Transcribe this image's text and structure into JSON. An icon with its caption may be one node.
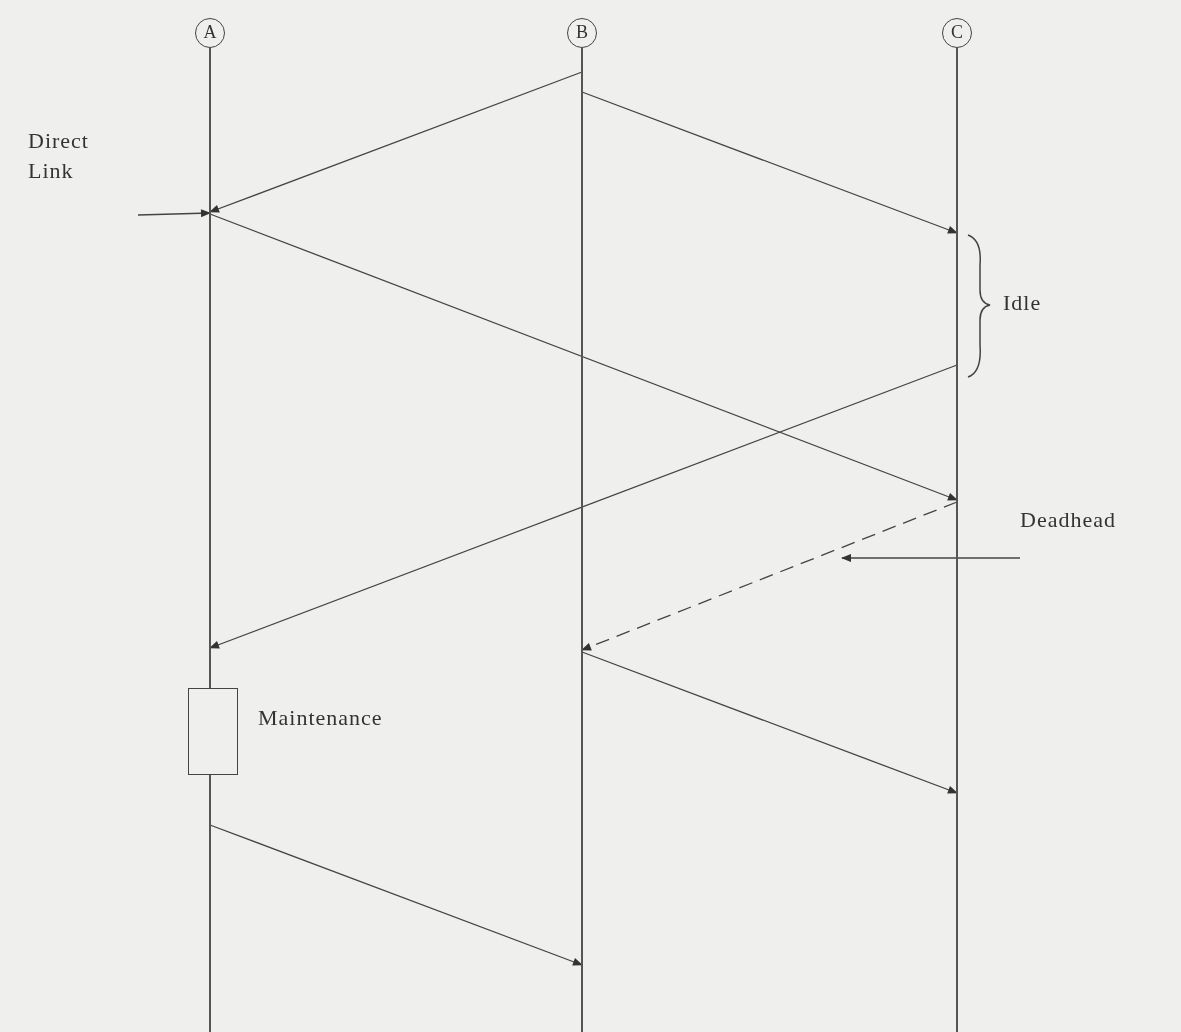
{
  "diagram": {
    "nodes": [
      {
        "text": [
          "A"
        ]
      },
      {
        "text": [
          "B"
        ]
      },
      {
        "text": [
          "C"
        ]
      },
      {
        "text": [
          "Direct Link"
        ]
      },
      {
        "text": [],
        "shape": "bar"
      },
      {
        "text": [],
        "shape": "bar"
      },
      {
        "text": [],
        "shape": "bar"
      },
      {
        "text": [],
        "shape": "box",
        "beside": [
          "Maintenance"
        ]
      },
      {
        "text": [
          "Deadhead"
        ]
      }
    ],
    "edges": [
      {
        "from": 5,
        "to": 4,
        "arrow": "to"
      },
      {
        "from": 5,
        "to": 6,
        "arrow": "to"
      },
      {
        "from": 3,
        "to": 4,
        "arrow": "to"
      },
      {
        "from": 4,
        "to": 6,
        "arrow": "to"
      },
      {
        "from": 6,
        "to": 4,
        "arrow": "to"
      },
      {
        "from": 6,
        "to": 5,
        "arrow": "to",
        "style": "dashed"
      },
      {
        "from": 8,
        "to": null,
        "arrow": "to"
      },
      {
        "from": 5,
        "to": 6,
        "arrow": "to"
      },
      {
        "from": 4,
        "to": 5,
        "arrow": "to"
      }
    ],
    "labels": [
      "Idle"
    ]
  }
}
